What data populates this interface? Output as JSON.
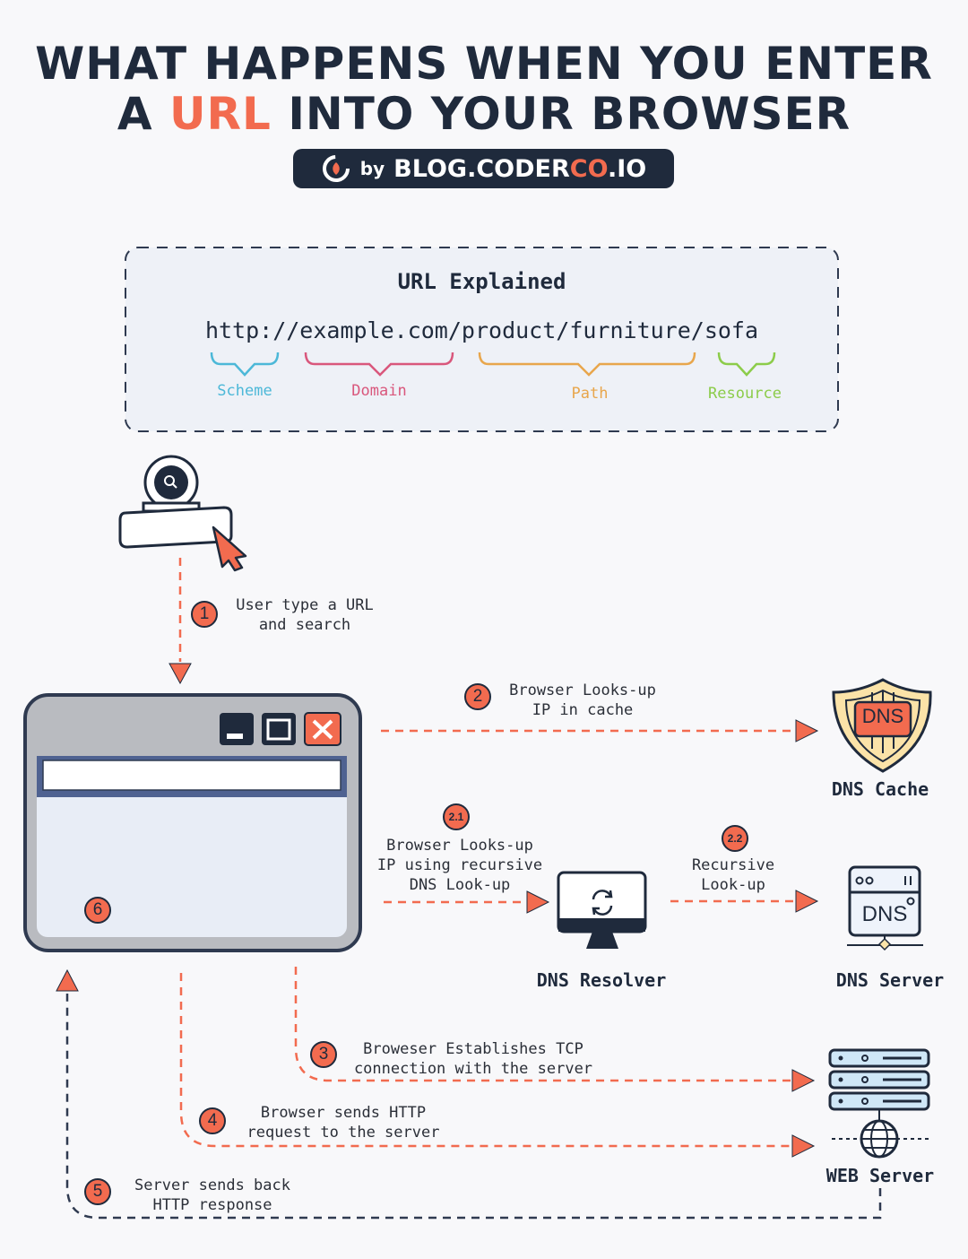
{
  "header": {
    "title_line1": "WHAT HAPPENS WHEN YOU ENTER",
    "title_line2_pre": "A ",
    "title_line2_accent": "URL",
    "title_line2_post": " INTO YOUR BROWSER",
    "brand_by": "by",
    "brand_main": "BLOG.CODER",
    "brand_accent": "CO",
    "brand_tail": ".IO"
  },
  "url_box": {
    "title": "URL Explained",
    "url": "http://example.com/product/furniture/sofa",
    "parts": [
      {
        "label": "Scheme",
        "color": "#4cb8d8"
      },
      {
        "label": "Domain",
        "color": "#d9577c"
      },
      {
        "label": "Path",
        "color": "#e8a64c"
      },
      {
        "label": "Resource",
        "color": "#8ccc4a"
      }
    ]
  },
  "steps": {
    "s1": {
      "num": "1",
      "text": "User type a URL\nand search"
    },
    "s2": {
      "num": "2",
      "text": "Browser Looks-up\nIP in cache"
    },
    "s21": {
      "num": "2.1",
      "text": "Browser Looks-up\nIP using recursive\nDNS Look-up"
    },
    "s22": {
      "num": "2.2",
      "text": "Recursive\nLook-up"
    },
    "s3": {
      "num": "3",
      "text": "Broweser Establishes TCP\nconnection with the server"
    },
    "s4": {
      "num": "4",
      "text": "Browser sends HTTP\nrequest to the server"
    },
    "s5": {
      "num": "5",
      "text": "Server sends back\nHTTP response"
    },
    "s6": {
      "num": "6"
    }
  },
  "nodes": {
    "dns_cache": "DNS Cache",
    "dns_resolver": "DNS Resolver",
    "dns_server": "DNS Server",
    "web_server": "WEB Server",
    "dns_badge": "DNS"
  },
  "colors": {
    "dark": "#1f2a3c",
    "accent": "#f26b4f",
    "arrow": "#f26b4f",
    "return": "#2f3a50"
  }
}
